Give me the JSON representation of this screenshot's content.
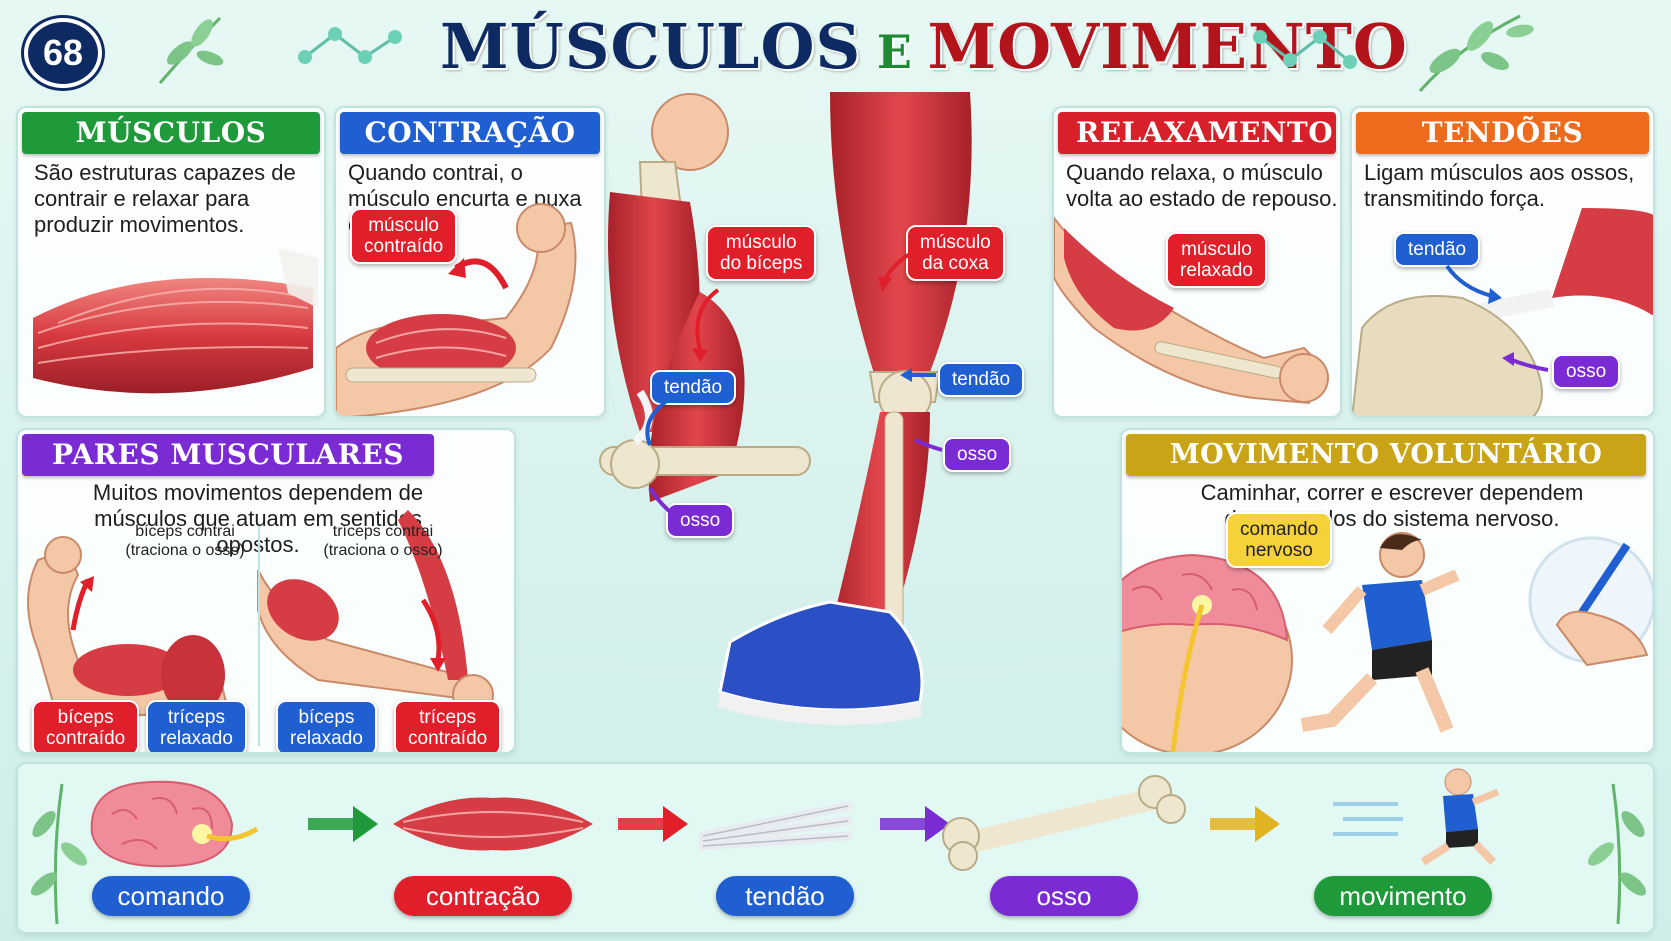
{
  "page": {
    "number": "68",
    "title_part1": "MÚSCULOS",
    "title_connector": "E",
    "title_part2": "MOVIMENTO"
  },
  "colors": {
    "green": "#1f9a3a",
    "blue": "#1f5fd1",
    "red": "#d8202a",
    "orange": "#ee6a1c",
    "purple": "#7a2bd3",
    "gold": "#c9a416",
    "navy": "#0e2a63",
    "muscle": "#d9414a",
    "bone": "#efe6cf"
  },
  "panels": {
    "musculos": {
      "title": "MÚSCULOS",
      "text": "São estruturas capazes de contrair e relaxar para produzir movimentos."
    },
    "contracao": {
      "title": "CONTRAÇÃO",
      "text": "Quando contrai, o músculo encurta e puxa os ossos.",
      "label": "músculo\ncontraído"
    },
    "relaxamento": {
      "title": "RELAXAMENTO",
      "text": "Quando relaxa, o músculo volta ao estado de repouso.",
      "label": "músculo\nrelaxado"
    },
    "tendoes": {
      "title": "TENDÕES",
      "text": "Ligam músculos aos ossos, transmitindo força.",
      "label_tendon": "tendão",
      "label_bone": "osso"
    },
    "pares": {
      "title": "PARES MUSCULARES",
      "text": "Muitos movimentos dependem de músculos que atuam em sentidos opostos.",
      "left_note": "bíceps contrai\n(traciona o osso)",
      "right_note": "tríceps contrai\n(traciona o osso)",
      "label_biceps_contraido": "bíceps\ncontraído",
      "label_triceps_relaxado": "tríceps\nrelaxado",
      "label_biceps_relaxado": "bíceps\nrelaxado",
      "label_triceps_contraido": "tríceps\ncontraído"
    },
    "voluntario": {
      "title": "MOVIMENTO VOLUNTÁRIO",
      "text": "Caminhar, correr e escrever dependem de comandos do sistema nervoso.",
      "label": "comando\nnervoso"
    }
  },
  "center": {
    "label_biceps": "músculo\ndo bíceps",
    "label_tendon_arm": "tendão",
    "label_bone_arm": "osso",
    "label_thigh": "músculo\nda coxa",
    "label_tendon_leg": "tendão",
    "label_bone_leg": "osso"
  },
  "flow": {
    "steps": [
      "comando",
      "contração",
      "tendão",
      "osso",
      "movimento"
    ]
  }
}
